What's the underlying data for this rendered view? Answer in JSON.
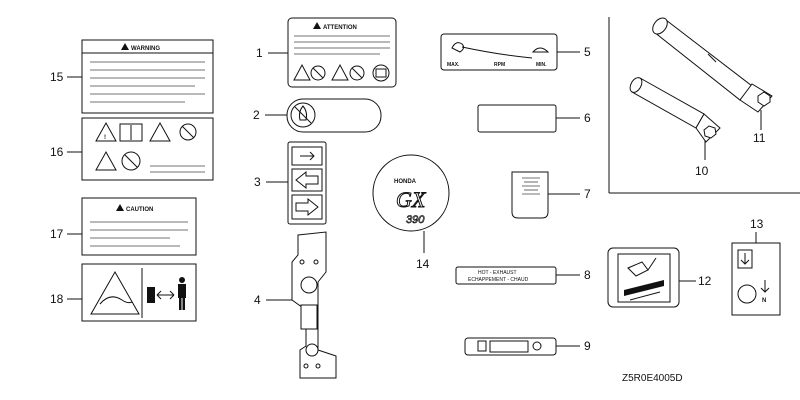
{
  "labels": {
    "warning_title": "WARNING",
    "attention_title": "ATTENTION",
    "caution_title": "CAUTION",
    "rpm_max": "MAX.",
    "rpm_mid": "RPM",
    "rpm_min": "MIN.",
    "hot_exhaust_1": "HOT - EXHAUST",
    "hot_exhaust_2": "ECHAPPEMENT - CHAUD",
    "brand": "HONDA",
    "model": "GX",
    "model_number": "390"
  },
  "callouts": [
    "1",
    "2",
    "3",
    "4",
    "5",
    "6",
    "7",
    "8",
    "9",
    "10",
    "11",
    "12",
    "13",
    "14",
    "15",
    "16",
    "17",
    "18"
  ],
  "drawing_code": "Z5R0E4005D"
}
